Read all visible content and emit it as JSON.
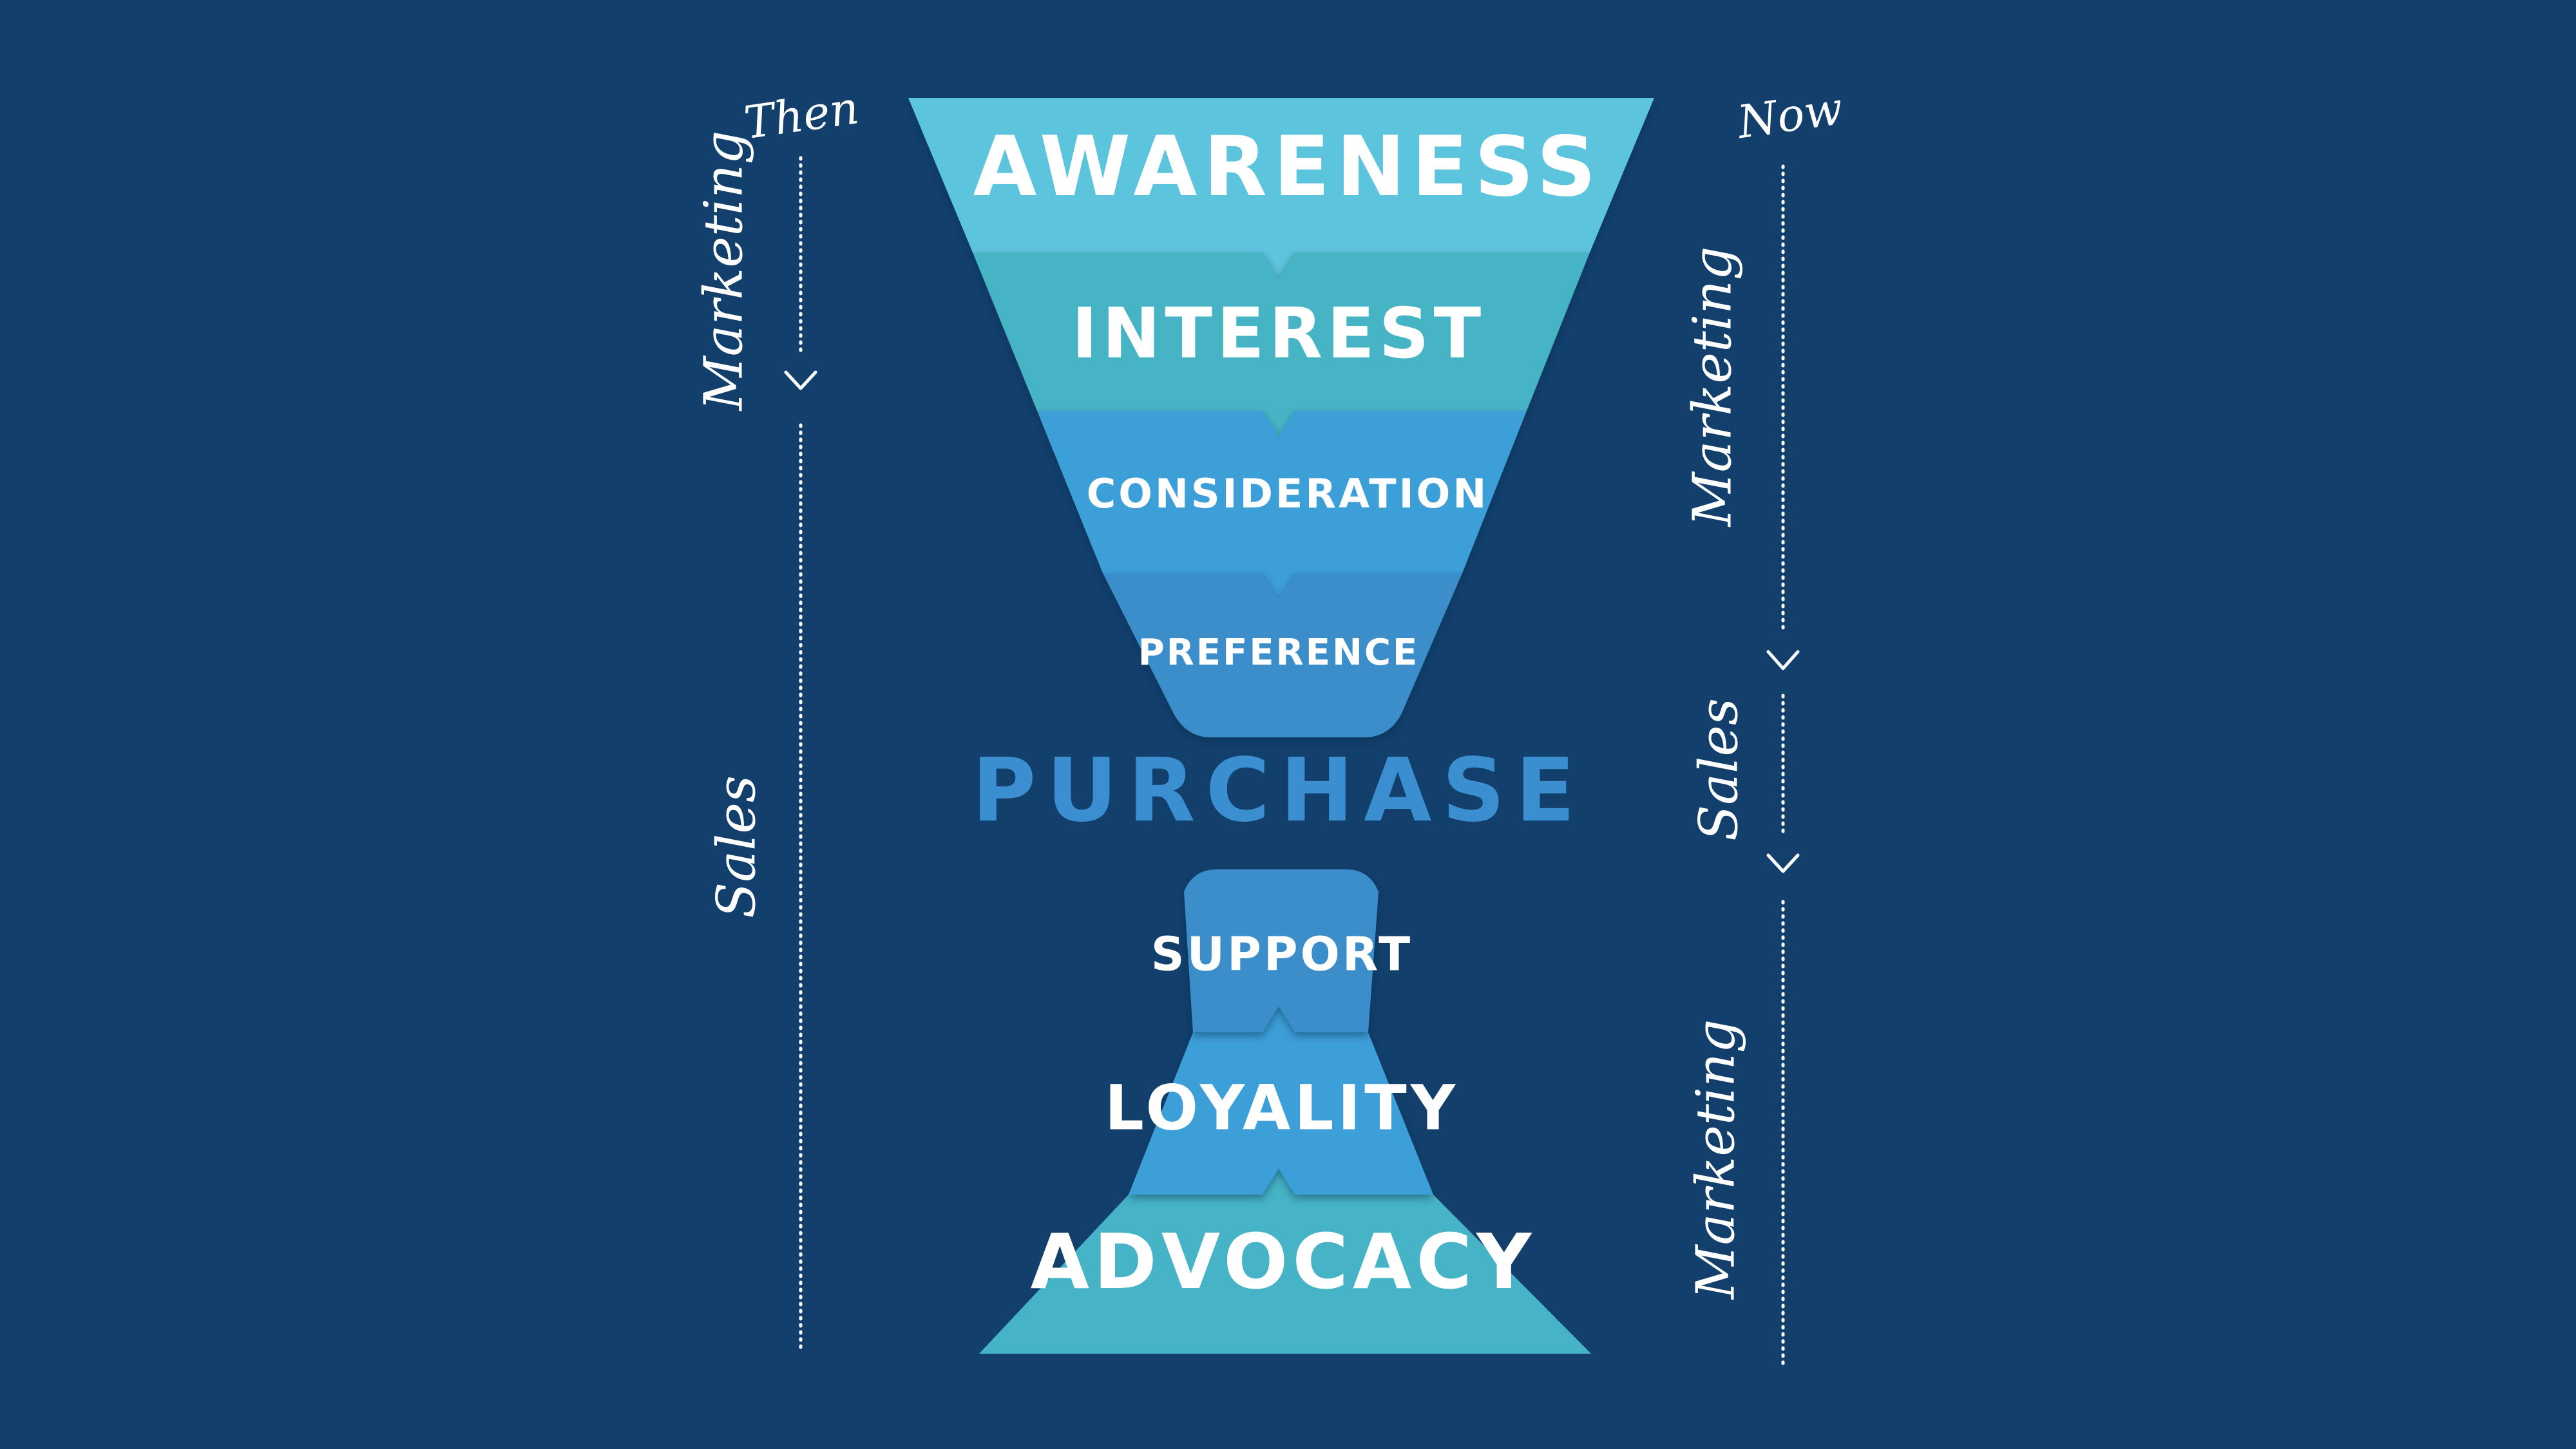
{
  "funnel": {
    "top_stages": [
      {
        "label": "AWARENESS",
        "color": "#5cc4dc"
      },
      {
        "label": "INTEREST",
        "color": "#46b4c6"
      },
      {
        "label": "CONSIDERATION",
        "color": "#3d9fd8"
      },
      {
        "label": "PREFERENCE",
        "color": "#3a8ec9"
      }
    ],
    "center": {
      "label": "PURCHASE",
      "color": "#3b8fd0"
    },
    "bottom_stages": [
      {
        "label": "SUPPORT",
        "color": "#3a8ec9"
      },
      {
        "label": "LOYALITY",
        "color": "#3d9fd8"
      },
      {
        "label": "ADVOCACY",
        "color": "#46b4c6"
      }
    ]
  },
  "left_column": {
    "heading": "Then",
    "marketing_label": "Marketing",
    "sales_label": "Sales"
  },
  "right_column": {
    "heading": "Now",
    "marketing_label_top": "Marketing",
    "sales_label": "Sales",
    "marketing_label_bottom": "Marketing"
  },
  "colors": {
    "background": "#123f6c",
    "text": "#ffffff"
  }
}
